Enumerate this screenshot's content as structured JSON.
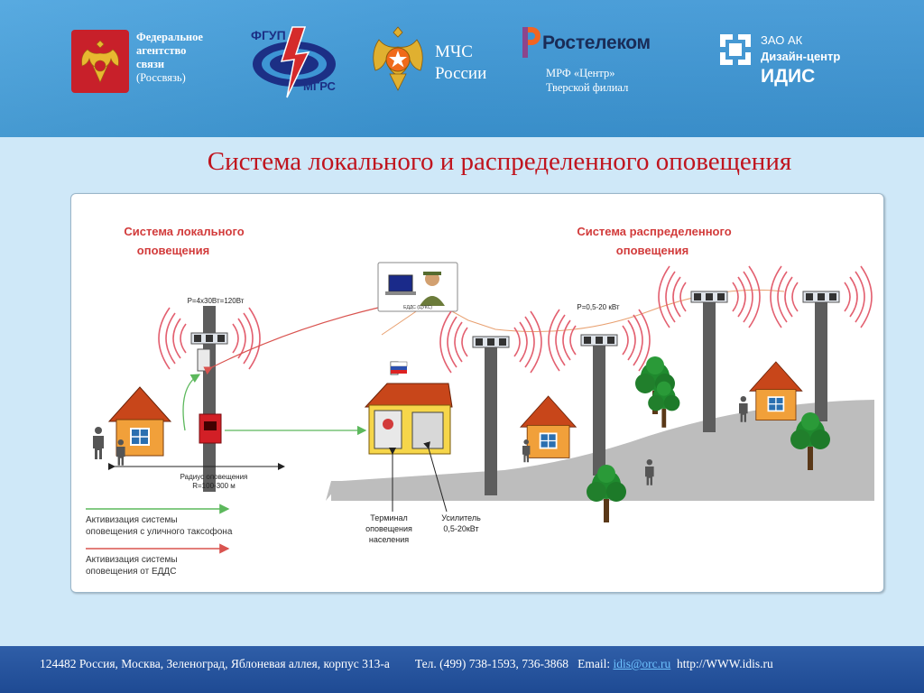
{
  "header": {
    "rossvyaz": {
      "line1": "Федеральное",
      "line2": "агентство",
      "line3": "связи",
      "line4": "(Россвязь)"
    },
    "fgup": {
      "top": "ФГУП",
      "bottom": "МГРС"
    },
    "mchs": {
      "line1": "МЧС",
      "line2": "России"
    },
    "rostelecom": {
      "name": "Ростелеком",
      "line1": "МРФ «Центр»",
      "line2": "Тверской филиал"
    },
    "idis": {
      "line1": "ЗАО АК",
      "line2": "Дизайн-центр",
      "line3": "ИДИС"
    }
  },
  "title": "Система локального и распределенного оповещения",
  "diagram": {
    "local_title_1": "Система локального",
    "local_title_2": "оповещения",
    "dist_title_1": "Система распределенного",
    "dist_title_2": "оповещения",
    "power_local": "Р=4х30Вт=120Вт",
    "power_dist": "Р=0,5-20 кВт",
    "edds": "ЕДДС (ЦУКС)",
    "radius_1": "Радиус оповещения",
    "radius_2": "R=100-300 м",
    "terminal_1": "Терминал",
    "terminal_2": "оповещения",
    "terminal_3": "населения",
    "amp_1": "Усилитель",
    "amp_2": "0,5-20кВт",
    "legend1_1": "Активизация системы",
    "legend1_2": "оповещения с уличного таксофона",
    "legend2_1": "Активизация системы",
    "legend2_2": "оповещения от ЕДДС"
  },
  "footer": {
    "address": "124482 Россия, Москва, Зеленоград, Яблоневая аллея, корпус 313-а",
    "phone": "Тел. (499) 738-1593, 736-3868",
    "email_label": "Email:",
    "email": "idis@orc.ru",
    "site": "http://WWW.idis.ru"
  },
  "colors": {
    "title_red": "#c0141e",
    "header_blue": "#3d95d4",
    "footer_blue": "#1e4a93"
  }
}
